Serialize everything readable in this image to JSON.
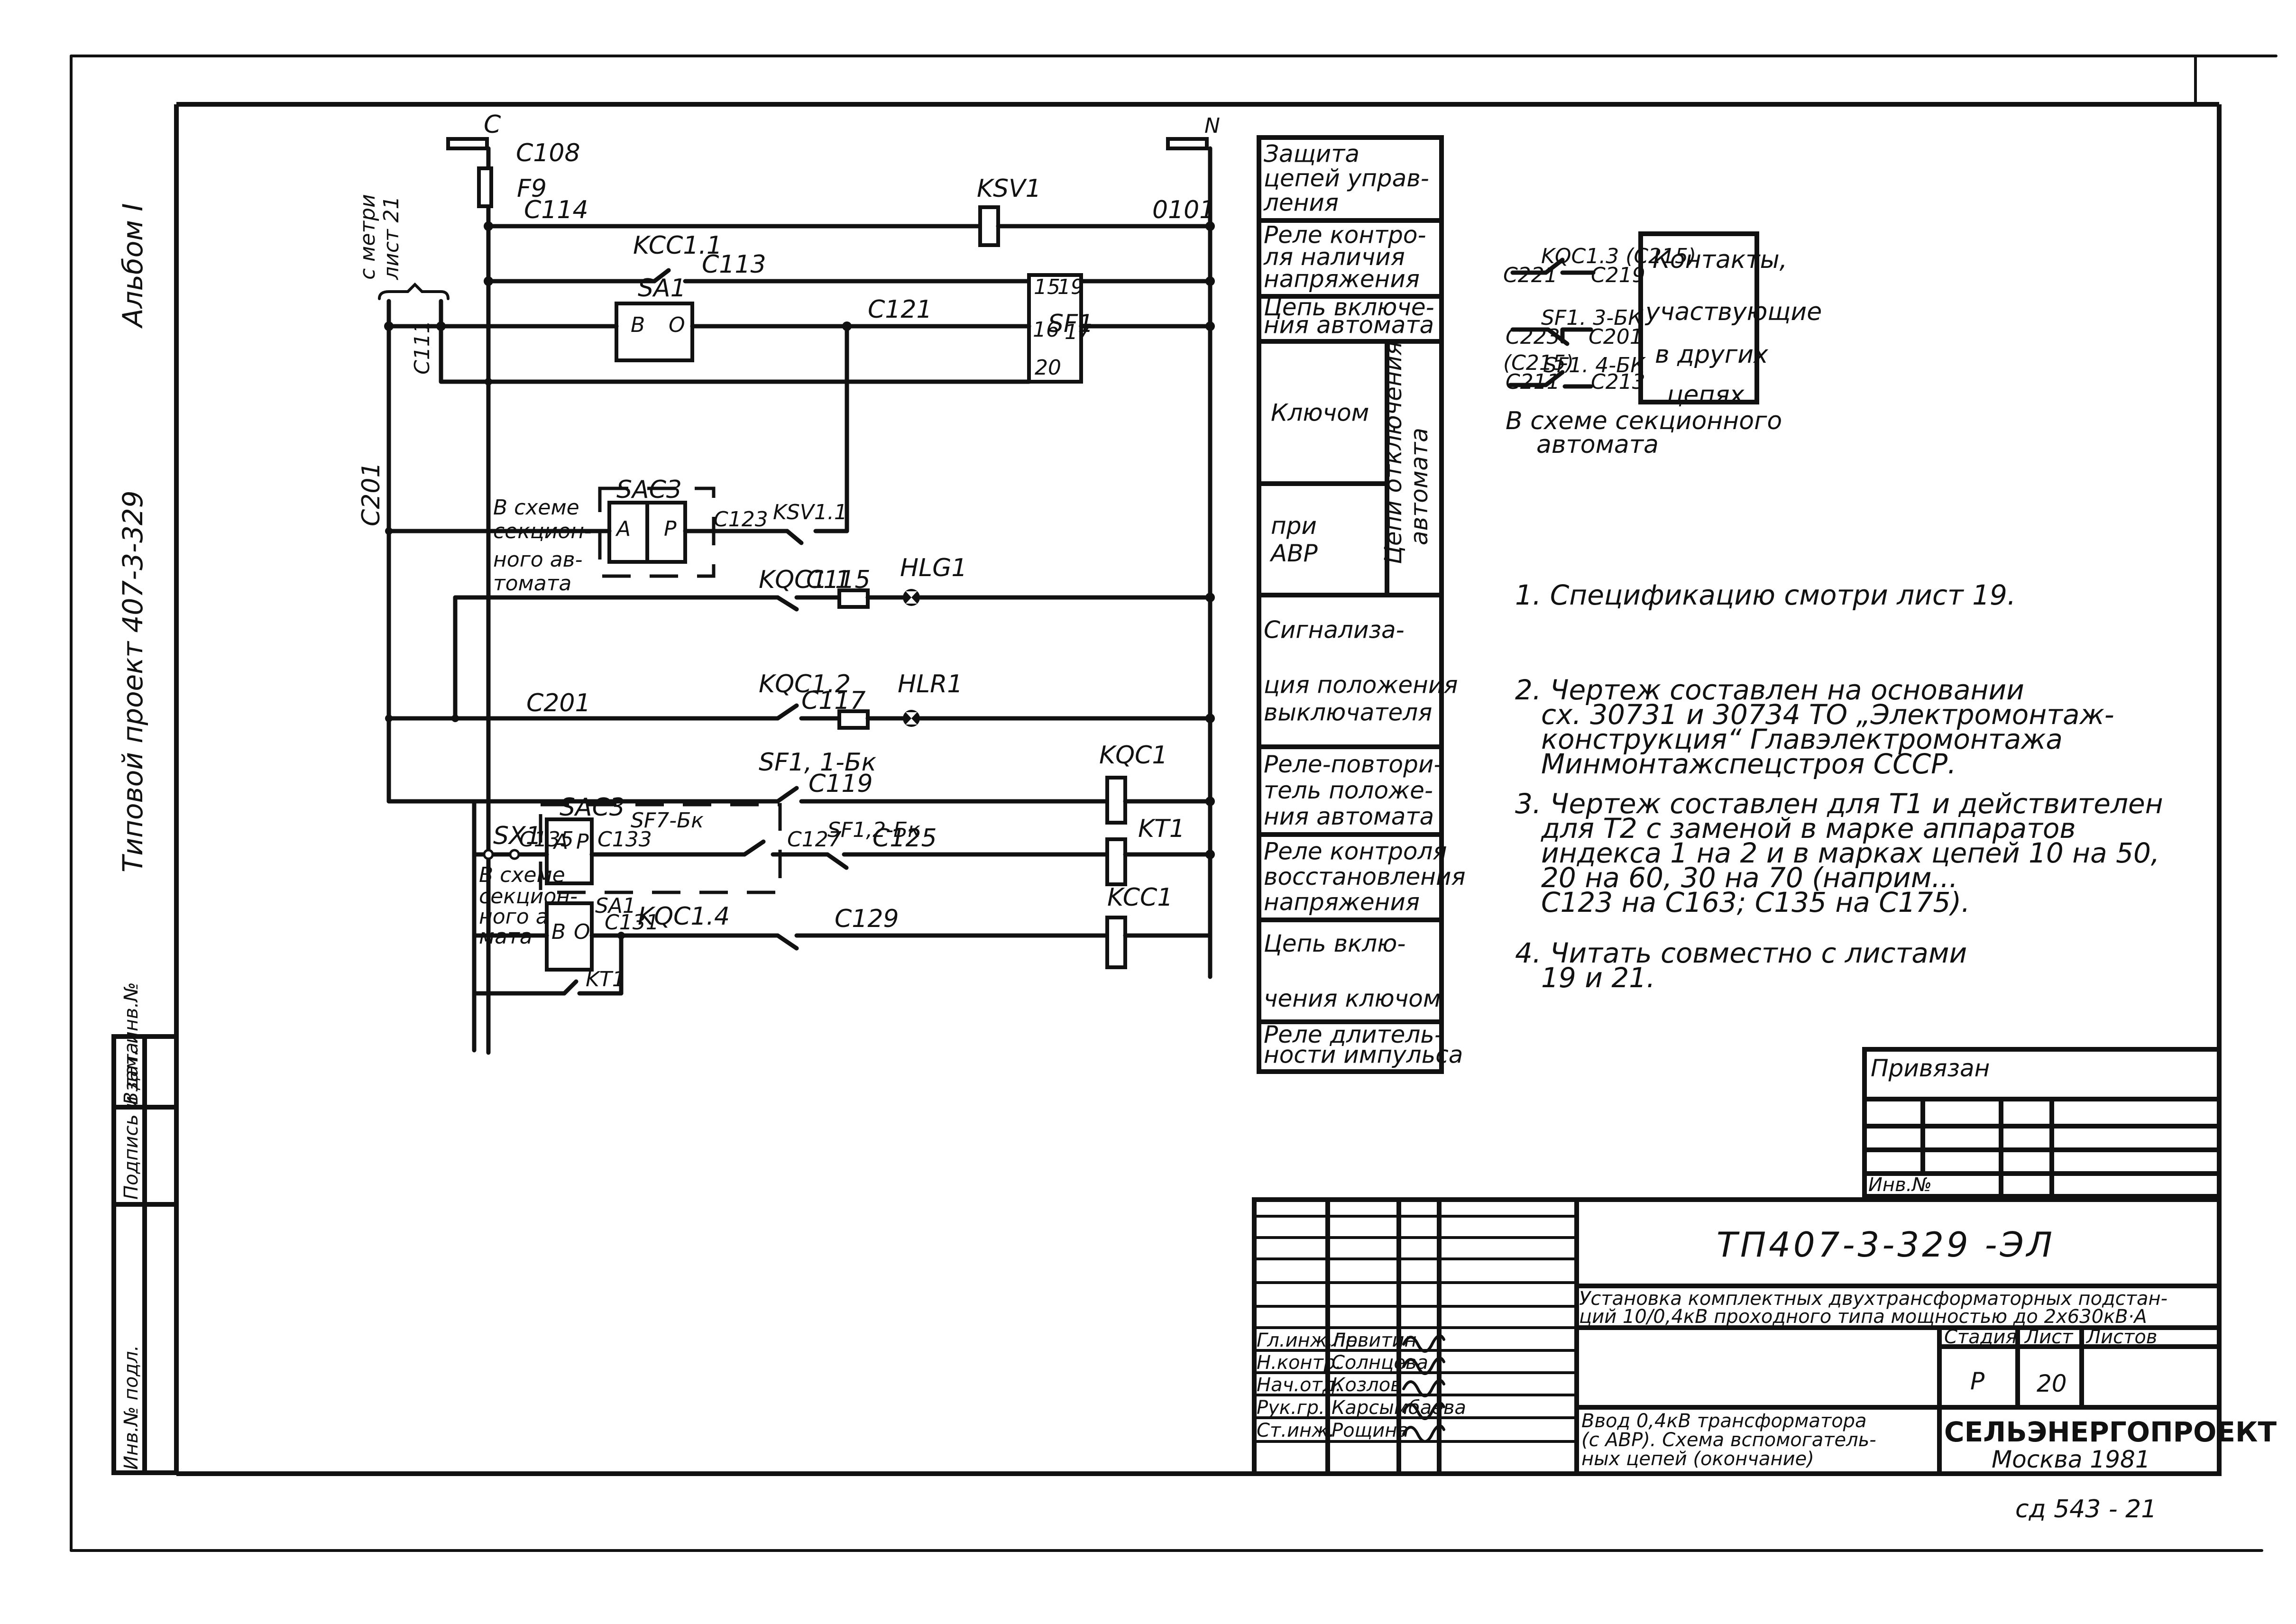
{
  "sheet": {
    "side_title": "Типовой проект 407-3-329",
    "album": "Альбом I",
    "side_stamp": [
      "Инв.№ подл.",
      "Подпись и дата",
      "Взам. инв.№"
    ],
    "bottom_mark": "сд 543 - 21"
  },
  "schematic": {
    "bus_left": "С",
    "bus_right": "N",
    "wires": {
      "c108": "С108",
      "c114": "С114",
      "c113": "С113",
      "c121": "С121",
      "c111": "С111",
      "c201_v": "С201",
      "c201_h": "С201",
      "c123": "С123",
      "c115": "С115",
      "c117": "С117",
      "c119": "С119",
      "c135": "С135",
      "c133": "С133",
      "c127": "С127",
      "c125": "С125",
      "c131": "С131",
      "c129": "С129",
      "o101": "0101"
    },
    "devices": {
      "fuse": "F9",
      "ksv1": "KSV1",
      "kcc11": "KCC1.1",
      "sa1_top": "SA1",
      "sf1": "SF1",
      "sf1_pins": [
        "15",
        "19",
        "16",
        "17",
        "20"
      ],
      "sac3_top": "SAC3",
      "ksv11": "KSV1.1",
      "kqc11": "KQC1.1",
      "kqc12": "KQC1.2",
      "hlg1": "HLG1",
      "hlr1": "HLR1",
      "sf1_1bk": "SF1, 1-Бк",
      "kqc1": "KQC1",
      "sac3_bot": "SAC3",
      "sx1": "SX1",
      "sf7_bk": "SF7-Бк",
      "sf1_2bk": "SF1,2-Бк",
      "kt1": "KT1",
      "sa1_bot": "SA1",
      "kqc14": "KQC1.4",
      "kcc1": "KCC1",
      "kt1_contact": "KT1"
    },
    "switch_marks": {
      "v": "В",
      "o": "О",
      "a": "А",
      "p": "Р"
    },
    "ref_note": [
      "с метри",
      "лист 21"
    ],
    "sect_note_1": [
      "В схеме",
      "секцион-",
      "ного ав-",
      "томата"
    ],
    "sect_note_2": [
      "В схеме",
      "секцион-",
      "ного авто-",
      "мата"
    ]
  },
  "legend_table": [
    {
      "lines": [
        "Защита",
        "цепей управ-",
        "ления"
      ]
    },
    {
      "lines": [
        "Реле контро-",
        "ля наличия",
        "напряжения"
      ]
    },
    {
      "lines": [
        "Цепь включе-",
        "ния автомата"
      ]
    },
    {
      "lines": [
        "Ключом"
      ]
    },
    {
      "lines": [
        "при",
        "АВР"
      ]
    },
    {
      "lines": [
        "Сигнализа-",
        "",
        "ция положения",
        "выключателя"
      ]
    },
    {
      "lines": [
        "Реле-повтори-",
        "тель положе-",
        "ния автомата"
      ]
    },
    {
      "lines": [
        "Реле контроля",
        "восстановления",
        "напряжения"
      ]
    },
    {
      "lines": [
        "Цепь вклю-",
        "",
        "чения ключом"
      ]
    },
    {
      "lines": [
        "Реле длитель-",
        "ности импульса"
      ]
    }
  ],
  "legend_vertical": [
    "Цепи отключения",
    "автомата"
  ],
  "contacts": {
    "kqc13": "KQC1.3 (С215)",
    "c221": "С221",
    "c219": "С219",
    "sf13": "SF1. 3-БК",
    "c223": "С223",
    "c201": "С201",
    "c215": "(С215)",
    "sf14": "SF1. 4-БК",
    "c211": "С211",
    "c213": "С213",
    "caption": [
      "В схеме секционного",
      "автомата"
    ],
    "box": [
      "Контакты,",
      "участвующие",
      "в других",
      "цепях"
    ]
  },
  "notes": [
    [
      "1. Спецификацию  смотри  лист 19."
    ],
    [
      "2. Чертеж составлен на основании",
      "сх. 30731 и 30734 ТО „Электромонтаж-",
      "конструкция“ Главэлектромонтажа",
      "Минмонтажспецстроя  СССР."
    ],
    [
      "3. Чертеж составлен для Т1 и действителен",
      "для Т2 с заменой в марке аппаратов",
      "индекса 1 на 2 и в марках цепей 10 на 50,",
      "20 на 60, 30 на 70 (наприм...",
      "С123 на  С163;  С135 на  С175)."
    ],
    [
      "4. Читать  совместно  с листами",
      "19 и 21."
    ]
  ],
  "binding_block": {
    "title": "Привязан",
    "inv": "Инв.№"
  },
  "title_block": {
    "code": "ТП407-3-329   -ЭЛ",
    "project": [
      "Установка комплектных двухтрансформаторных подстан-",
      "ций 10/0,4кВ проходного типа мощностью до 2х630кВ·А"
    ],
    "sheet_title": [
      "Ввод 0,4кВ трансформатора",
      "(с АВР). Схема вспомогатель-",
      "ных цепей (окончание)"
    ],
    "stage_label": "Стадия",
    "sheet_label": "Лист",
    "sheets_label": "Листов",
    "stage": "Р",
    "sheet": "20",
    "sheets": "",
    "org": "СЕЛЬЭНЕРГОПРОЕКТ",
    "city_year": "Москва 1981",
    "signers": [
      {
        "role": "Гл.инж.пр.",
        "name": "Левитин"
      },
      {
        "role": "Н.контр.",
        "name": "Солнцева"
      },
      {
        "role": "Нач.отд.",
        "name": "Козлов"
      },
      {
        "role": "Рук.гр.",
        "name": "Карсымбаева"
      },
      {
        "role": "Ст.инж.",
        "name": "Рощина"
      }
    ]
  }
}
